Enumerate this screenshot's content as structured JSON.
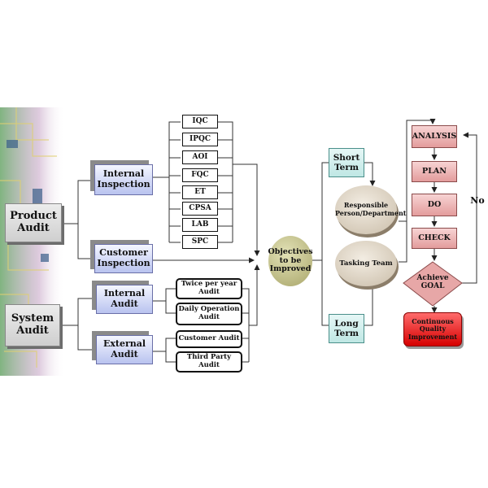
{
  "product_audit": "Product Audit",
  "system_audit": "System Audit",
  "internal_inspection": "Internal Inspection",
  "customer_inspection": "Customer Inspection",
  "internal_audit": "Internal Audit",
  "external_audit": "External Audit",
  "inspection_items": [
    "IQC",
    "IPQC",
    "AOI",
    "FQC",
    "ET",
    "CPSA",
    "LAB",
    "SPC"
  ],
  "internal_audit_items": [
    "Twice per year Audit",
    "Daily Operation Audit"
  ],
  "external_audit_items": [
    "Customer Audit",
    "Third Party Audit"
  ],
  "objectives": "Objectives to be Improved",
  "short_term": "Short Term",
  "long_term": "Long Term",
  "responsible": "Responsible Person/Department",
  "tasking_team": "Tasking Team",
  "pdca": [
    "ANALYSIS",
    "PLAN",
    "DO",
    "CHECK"
  ],
  "achieve_goal": "Achieve GOAL",
  "no_label": "No",
  "continuous": "Continuous Quality Improvement",
  "colors": {
    "teal": "#bfe7e4",
    "pink": "#e39c9c",
    "blue": "#b9c3ef",
    "olive": "#b9b77e",
    "red": "#e00000"
  }
}
